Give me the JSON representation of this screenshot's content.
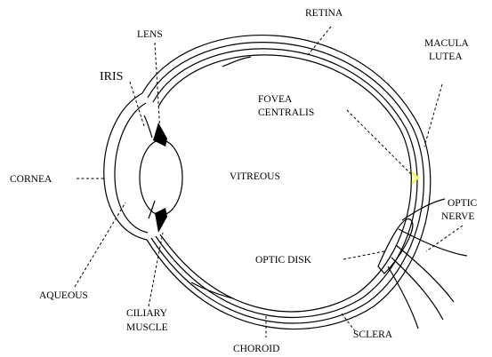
{
  "labels": {
    "retina": "RETINA",
    "lens": "LENS",
    "macula_line1": "MACULA",
    "macula_line2": "LUTEA",
    "iris": "IRIS",
    "fovea_line1": "FOVEA",
    "fovea_line2": "CENTRALIS",
    "cornea": "CORNEA",
    "vitreous": "VITREOUS",
    "optic_nerve_line1": "OPTIC",
    "optic_nerve_line2": "NERVE",
    "optic_disk": "OPTIC DISK",
    "aqueous": "AQUEOUS",
    "ciliary_line1": "CILIARY",
    "ciliary_line2": "MUSCLE",
    "sclera": "SCLERA",
    "choroid": "CHOROID"
  },
  "colors": {
    "line": "#000000",
    "fovea_mark": "#ffff00",
    "background": "#ffffff"
  }
}
